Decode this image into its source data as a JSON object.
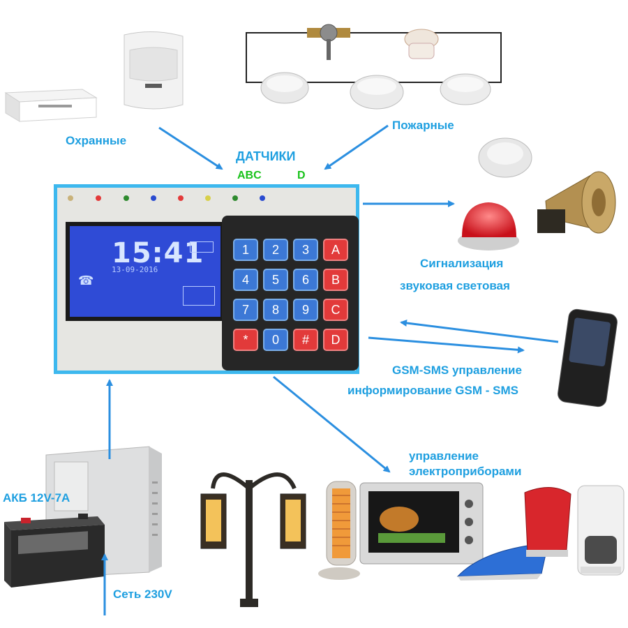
{
  "labels": {
    "security": "Охранные",
    "fire": "Пожарные",
    "sensors": "ДАТЧИКИ",
    "sensors_abc": "ABC",
    "sensors_d": "D",
    "alarm_line1": "Сигнализация",
    "alarm_line2": "звуковая световая",
    "gsm_line1": "GSM-SMS управление",
    "gsm_line2": "информирование GSM - SMS",
    "control_line1": "управление",
    "control_line2": "электроприборами",
    "battery": "АКБ 12V-7A",
    "mains": "Сеть 230V"
  },
  "lcd": {
    "time": "15:41",
    "date": "13-09-2016"
  },
  "keypad": {
    "rows": [
      [
        "1",
        "2",
        "3",
        "A"
      ],
      [
        "4",
        "5",
        "6",
        "B"
      ],
      [
        "7",
        "8",
        "9",
        "C"
      ],
      [
        "*",
        "0",
        "#",
        "D"
      ]
    ]
  },
  "colors": {
    "label": "#1e9fe0",
    "green_label": "#18c21a",
    "arrow": "#2b8fe0",
    "panel_border": "#3db8ee",
    "lcd": "#2f4bd6",
    "key_blue": "#3c78d6",
    "key_red": "#e23a3a"
  }
}
